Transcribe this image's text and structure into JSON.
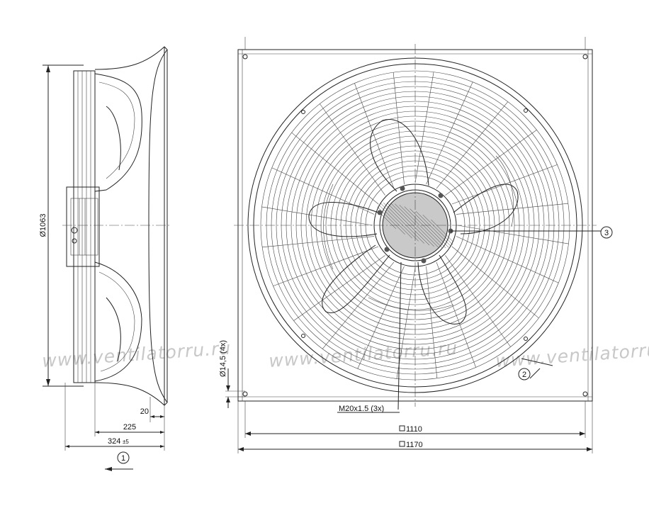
{
  "dimensions": {
    "diameter": "Ø1063",
    "width_20": "20",
    "width_225": "225",
    "width_324": "324",
    "width_324_tol": "±5",
    "hole": "Ø14,5 (4x)",
    "thread": "M20x1.5 (3x)",
    "square_1110": "1110",
    "square_1170": "1170"
  },
  "callouts": {
    "c1": "1",
    "c2": "2",
    "c3": "3"
  },
  "watermark": "www.ventilatorru.ru",
  "colors": {
    "line": "#222222",
    "watermark": "#c8c8c8"
  }
}
